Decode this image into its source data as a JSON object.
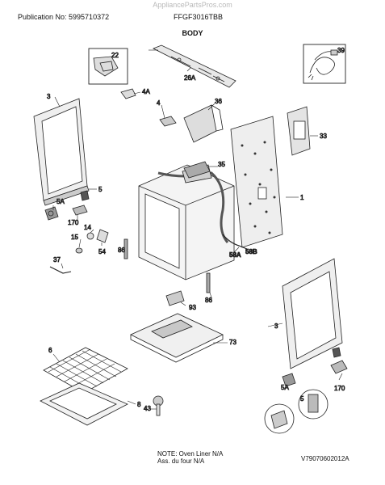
{
  "header": {
    "watermark": "AppliancePartsPros.com",
    "publication": "Publication No: 5995710372",
    "model": "FFGF3016TBB",
    "section_title": "BODY"
  },
  "footer": {
    "note_line1": "NOTE: Oven Liner N/A",
    "note_line2": "Ass. du four N/A",
    "diagram_code": "V79070602012A"
  },
  "callouts": {
    "c22": "22",
    "c39": "39",
    "c26a": "26A",
    "c4a": "4A",
    "c3_left": "3",
    "c4": "4",
    "c36": "36",
    "c33": "33",
    "c5_left": "5",
    "c5a_left": "5A",
    "c35": "35",
    "c1": "1",
    "c170_left": "170",
    "c14": "14",
    "c15": "15",
    "c54": "54",
    "c86_a": "86",
    "c37": "37",
    "c58a": "58A",
    "c58b": "58B",
    "c86_b": "86",
    "c93": "93",
    "c3_right": "3",
    "c73": "73",
    "c6": "6",
    "c170_right": "170",
    "c8": "8",
    "c43": "43",
    "c5a_right": "5A",
    "c5_right": "5"
  }
}
